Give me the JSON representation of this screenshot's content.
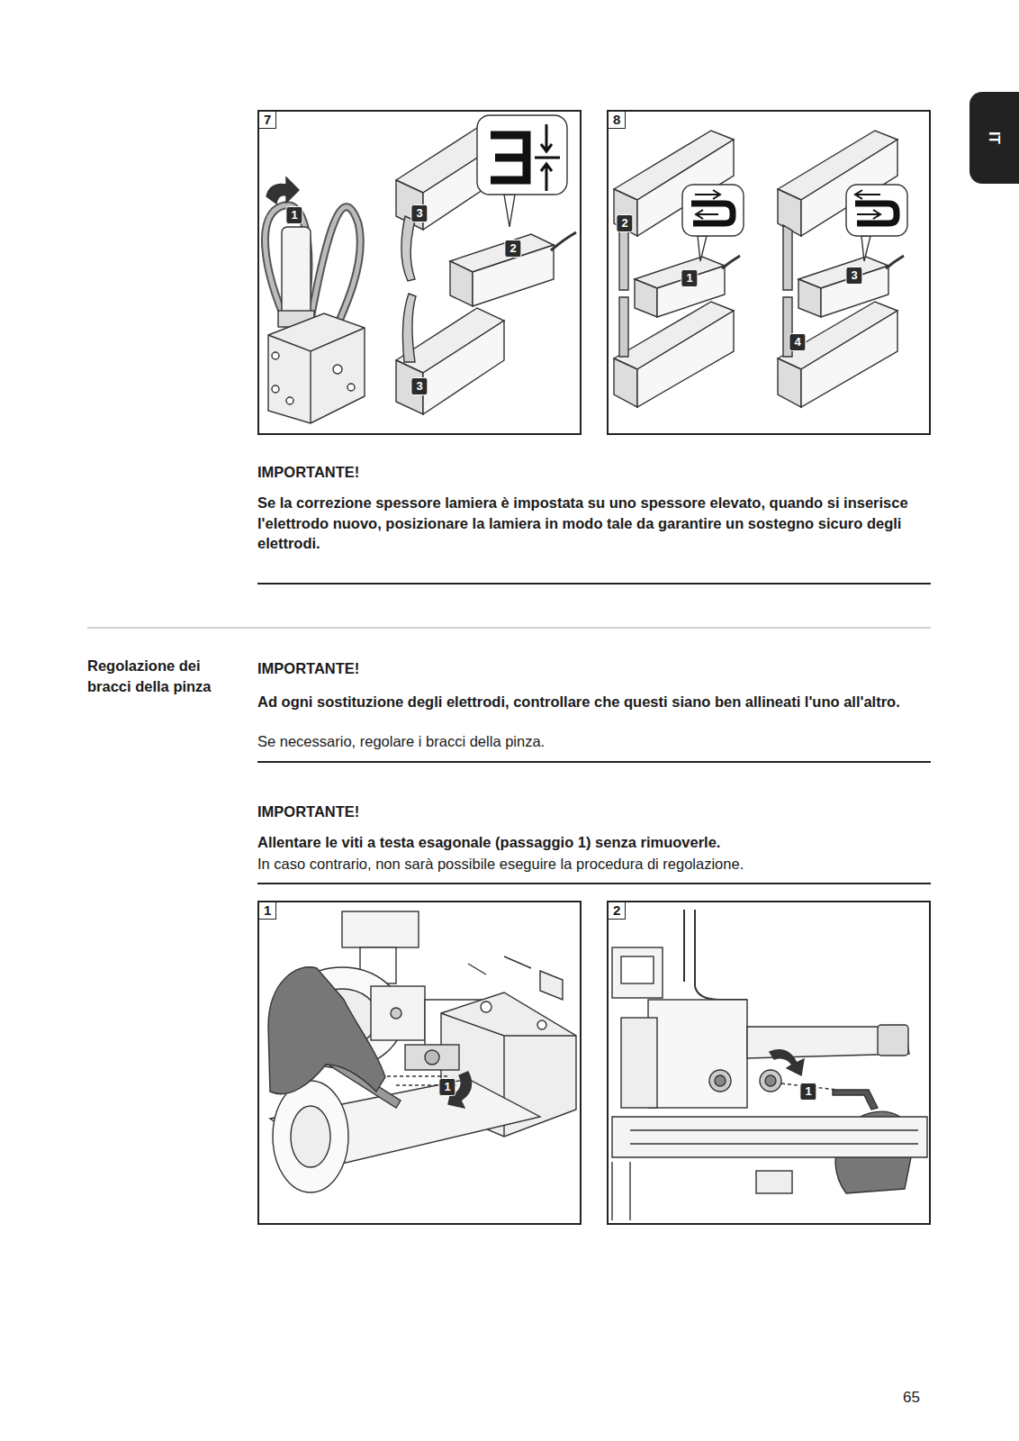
{
  "diagram": {
    "nodes": [
      {
        "text": [
          "IT"
        ]
      },
      {
        "text": [
          "7"
        ]
      },
      {
        "text": [
          "8"
        ]
      },
      {
        "text": [
          "1"
        ]
      },
      {
        "text": [
          "2"
        ]
      }
    ],
    "labels": [
      "IMPORTANTE!",
      "Se la correzione spessore lamiera è impostata su uno spessore elevato, quando si inserisce l'elettrodo nuovo, posizionare la lamiera in modo tale da garantire un sostegno sicuro degli elettrodi.",
      "Regolazione dei bracci della pinza",
      "IMPORTANTE!",
      "Ad ogni sostituzione degli elettrodi, controllare che questi siano ben allineati l'uno all'altro.",
      "Se necessario, regolare i bracci della pinza.",
      "IMPORTANTE!",
      "Allentare le viti a testa esagonale (passaggio 1) senza rimuoverle.",
      "In caso contrario, non sarà possibile eseguire la procedura di regolazione.",
      "1",
      "2",
      "3",
      "3",
      "2",
      "1",
      "3",
      "4",
      "1",
      "1",
      "65"
    ]
  }
}
